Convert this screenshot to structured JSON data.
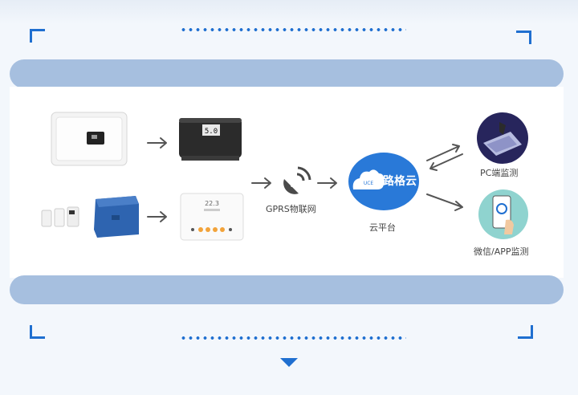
{
  "diagram": {
    "cloud_badge": {
      "code": "UCE",
      "name": "路格云"
    },
    "labels": {
      "gprs": "GPRS物联网",
      "cloud_platform": "云平台",
      "pc": "PC端监测",
      "mobile": "微信/APP监测"
    },
    "thermostat_display": "22.3",
    "monitor_display": "5.0"
  },
  "colors": {
    "accent": "#1f6fd0",
    "band": "#a6bfdf",
    "cloud": "#2979d8",
    "arrow": "#555555"
  }
}
